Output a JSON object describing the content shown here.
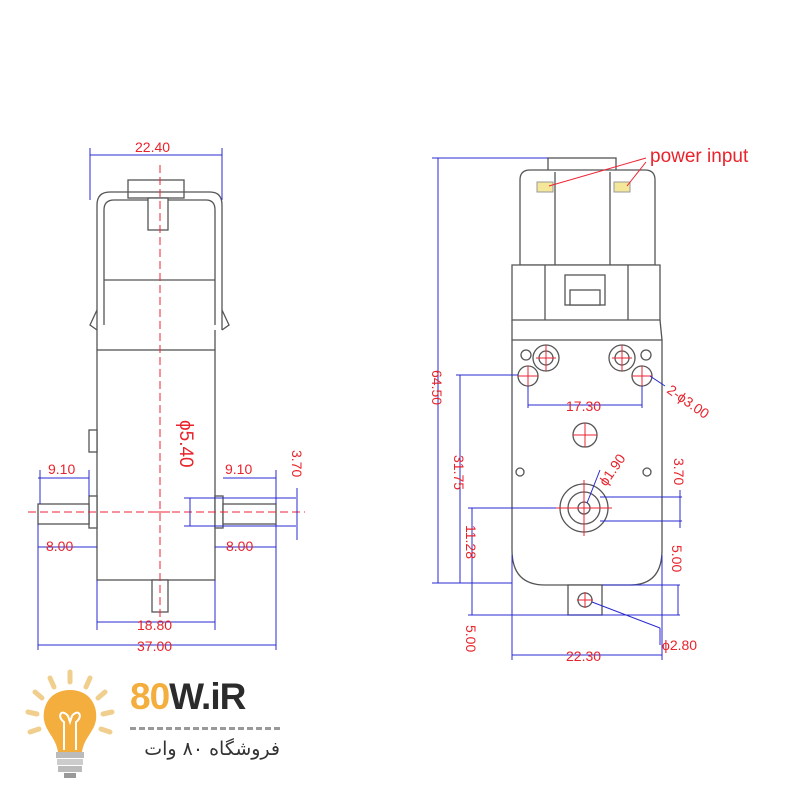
{
  "drawing": {
    "side_view": {
      "width_top": "22.40",
      "shaft_dia": "ϕ5.40",
      "shaft_left_len": "9.10",
      "shaft_right_len": "9.10",
      "shaft_flat": "3.70",
      "shaft_left_out": "8.00",
      "shaft_right_out": "8.00",
      "body_width": "18.80",
      "overall_width": "37.00"
    },
    "front_view": {
      "power_label": "power input",
      "height_total": "64.50",
      "hole_spacing": "17.30",
      "mount_holes": "2-ϕ3.00",
      "shaft_hole": "ϕ1.90",
      "shaft_flat": "3.70",
      "shaft_to_bottom": "31.75",
      "shaft_offset": "11.28",
      "bottom_gap": "5.00",
      "tab_height": "5.00",
      "tab_hole": "ϕ2.80",
      "body_width": "22.30"
    }
  },
  "logo": {
    "brand_num": "80",
    "brand_rest": "W.iR",
    "tagline": "فروشگاه ۸۰ وات"
  },
  "colors": {
    "dimension": "#2a2ad0",
    "label": "#e8232b",
    "outline": "#555555",
    "logo_accent": "#f4ae3e"
  }
}
